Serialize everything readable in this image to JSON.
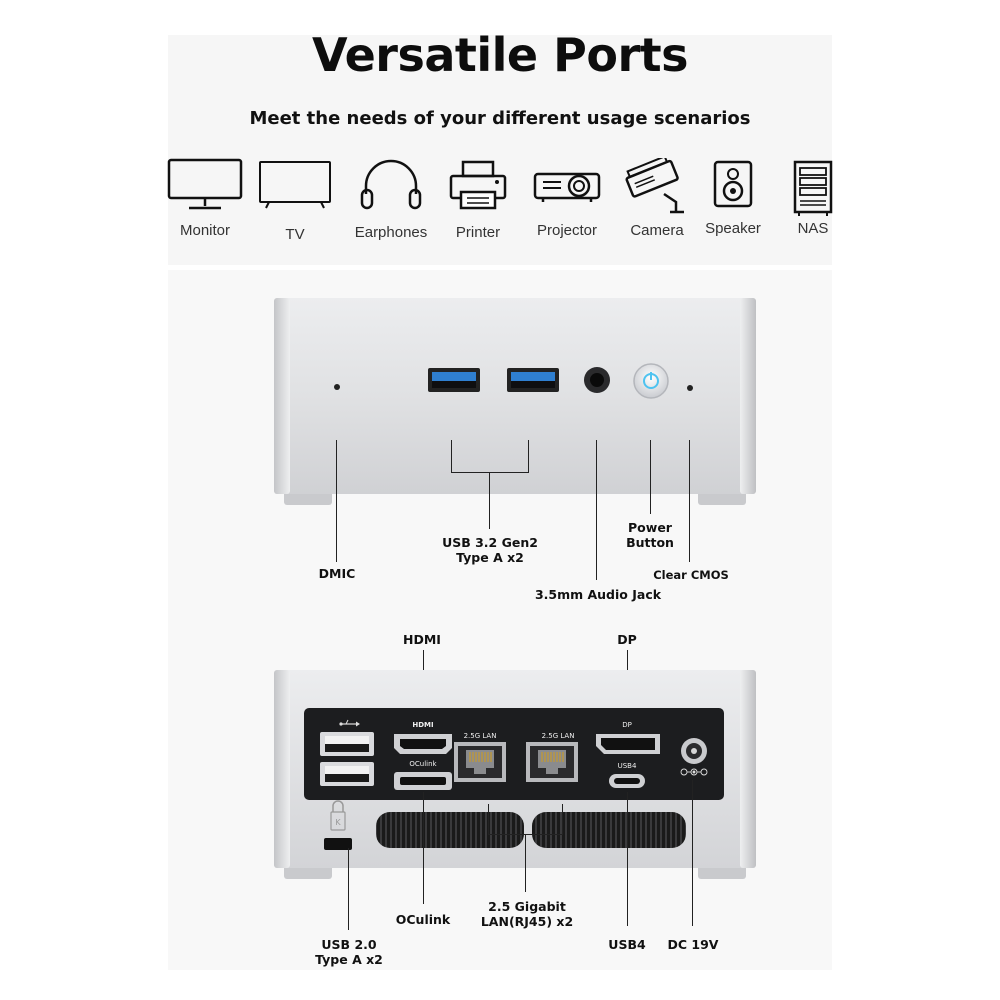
{
  "title": "Versatile Ports",
  "subtitle": "Meet the needs of your different usage scenarios",
  "scenarios": [
    {
      "label": "Monitor",
      "icon": "monitor-icon"
    },
    {
      "label": "TV",
      "icon": "tv-icon"
    },
    {
      "label": "Earphones",
      "icon": "earphones-icon"
    },
    {
      "label": "Printer",
      "icon": "printer-icon"
    },
    {
      "label": "Projector",
      "icon": "projector-icon"
    },
    {
      "label": "Camera",
      "icon": "camera-icon"
    },
    {
      "label": "Speaker",
      "icon": "speaker-icon"
    },
    {
      "label": "NAS",
      "icon": "nas-icon"
    }
  ],
  "front": {
    "callouts": {
      "dmic": "DMIC",
      "usb32_line1": "USB 3.2 Gen2",
      "usb32_line2": "Type A x2",
      "audio": "3.5mm Audio Jack",
      "power_line1": "Power",
      "power_line2": "Button",
      "clear_cmos": "Clear CMOS"
    }
  },
  "rear": {
    "callouts": {
      "hdmi": "HDMI",
      "dp": "DP",
      "oculink": "OCulink",
      "lan_line1": "2.5 Gigabit",
      "lan_line2": "LAN(RJ45) x2",
      "usb4": "USB4",
      "dc": "DC 19V",
      "usb20_line1": "USB 2.0",
      "usb20_line2": "Type A x2"
    },
    "port_labels": {
      "hdmi": "HDMI",
      "lan1": "2.5G LAN",
      "lan2": "2.5G LAN",
      "dp": "DP",
      "oculink": "OCulink",
      "usb4": "USB4"
    }
  },
  "colors": {
    "chassis": "#e2e3e5",
    "panel": "#1c1d1f",
    "usb3_blue": "#2f7fd0",
    "power_glow": "#4fc3f0"
  }
}
